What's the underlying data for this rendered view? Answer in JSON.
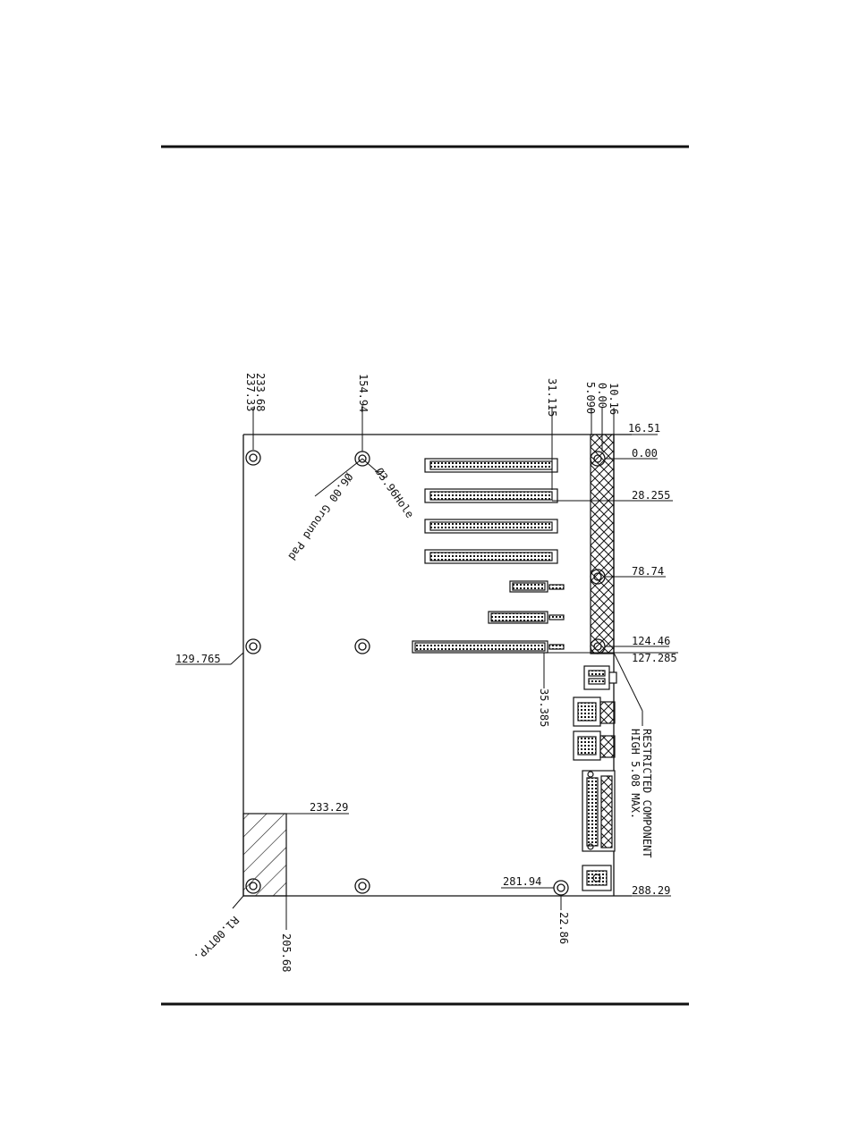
{
  "dims": {
    "top": {
      "left": [
        "237.33",
        "233.68"
      ],
      "mid": "154.94",
      "slot": "31.115",
      "r1": "5.090",
      "r2": "0.00",
      "r3": "10.16"
    },
    "right": {
      "a": "16.51",
      "b": "0.00",
      "c": "28.255",
      "d": "78.74",
      "e": "124.46",
      "f": "127.285",
      "bottom": "288.29"
    },
    "left": "129.765",
    "slot_low": "35.385",
    "hatch": "233.29",
    "bottom_hole": "281.94",
    "bottom_vert": {
      "a": "205.68",
      "b": "22.86"
    }
  },
  "callouts": {
    "ground_pad": "Ø6.00 Ground Pad",
    "hole": "Ø3.96Hole",
    "radius": "R1.00TYP.",
    "restricted_line1": "RESTRICTED COMPONENT",
    "restricted_line2": "HIGH 5.08 MAX."
  },
  "colors": {
    "line": "#111111",
    "paper": "#ffffff"
  }
}
